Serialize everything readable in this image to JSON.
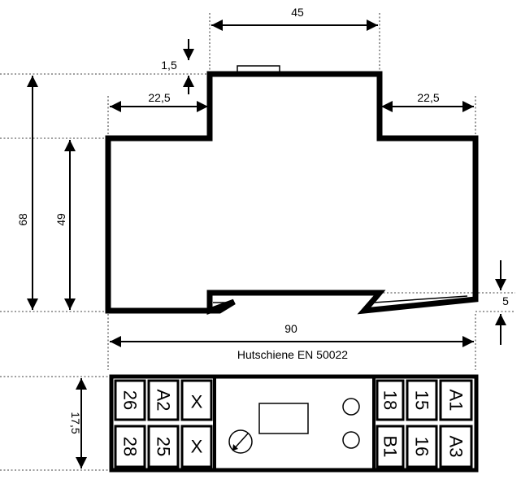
{
  "dimensions": {
    "width_top": "45",
    "clip_height": "1,5",
    "offset_left": "22,5",
    "offset_right": "22,5",
    "height_total": "68",
    "height_body": "49",
    "rail_depth": "5",
    "width_total": "90",
    "rail_label": "Hutschiene EN 50022",
    "module_width": "17,5"
  },
  "terminals": {
    "left_top": [
      "26",
      "A2",
      "X"
    ],
    "left_bottom": [
      "28",
      "25",
      "X"
    ],
    "right_top": [
      "18",
      "15",
      "A1"
    ],
    "right_bottom": [
      "B1",
      "16",
      "A3"
    ]
  }
}
